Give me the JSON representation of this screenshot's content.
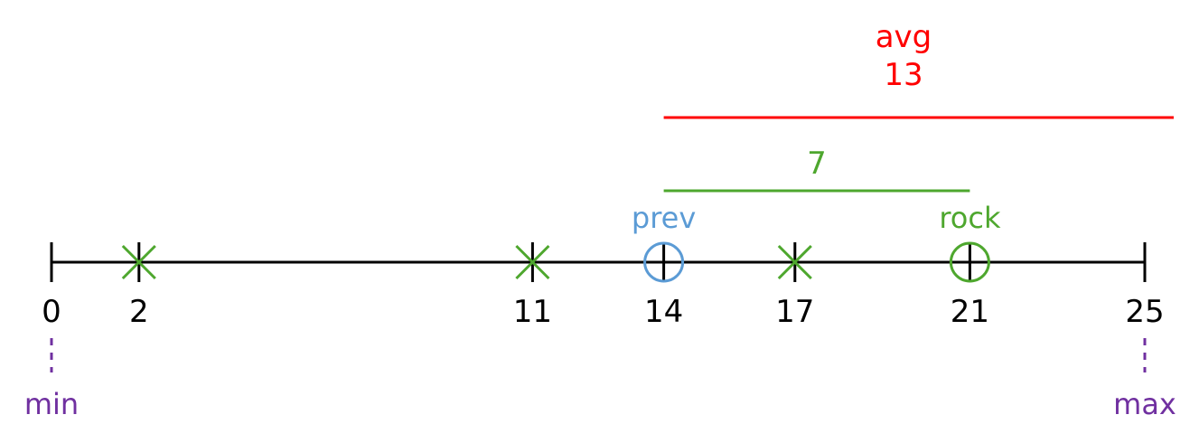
{
  "axis": {
    "min": 0,
    "max": 25,
    "ticks": [
      {
        "value": 0,
        "label": "0"
      },
      {
        "value": 2,
        "label": "2"
      },
      {
        "value": 11,
        "label": "11"
      },
      {
        "value": 14,
        "label": "14"
      },
      {
        "value": 17,
        "label": "17"
      },
      {
        "value": 21,
        "label": "21"
      },
      {
        "value": 25,
        "label": "25"
      }
    ]
  },
  "x_markers": [
    2,
    11,
    17
  ],
  "circle_markers": [
    {
      "value": 14,
      "label": "prev",
      "color": "#5b9bd5"
    },
    {
      "value": 21,
      "label": "rock",
      "color": "#4ea72e"
    }
  ],
  "bounds": {
    "min_label": "min",
    "max_label": "max",
    "color": "#7030a0"
  },
  "ranges": [
    {
      "name": "avg",
      "label_line1": "avg",
      "label_line2": "13",
      "from": 14,
      "to": 27,
      "color": "#ff0000"
    },
    {
      "name": "distance",
      "label_line1": "",
      "label_line2": "7",
      "from": 14,
      "to": 21,
      "color": "#4ea72e"
    }
  ],
  "colors": {
    "axis": "#000000",
    "x_marker": "#4ea72e"
  }
}
